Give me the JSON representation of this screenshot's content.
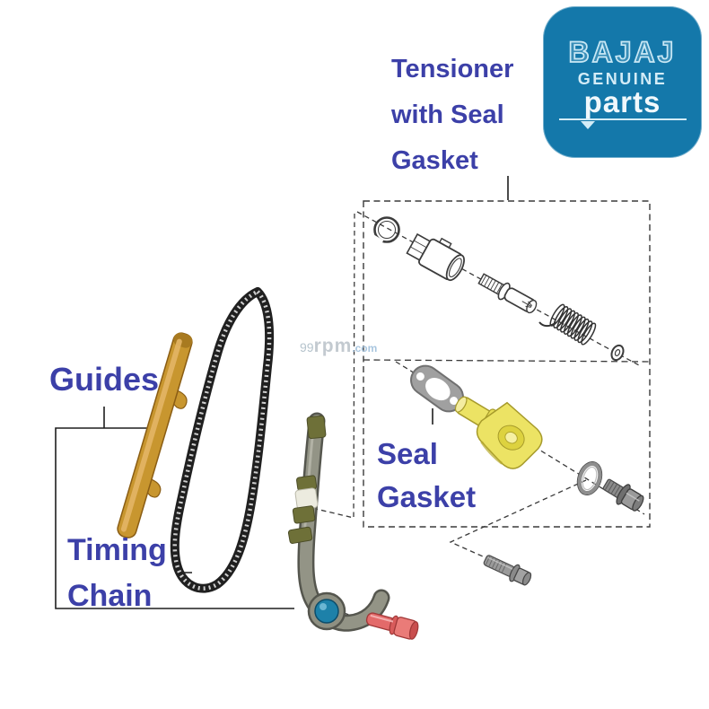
{
  "page": {
    "background": "#ffffff"
  },
  "annotations": {
    "tensioner_label": "Tensioner\nwith Seal\nGasket",
    "guides_label": "Guides",
    "timing_chain_label": "Timing\nChain",
    "seal_gasket_label": "Seal\nGasket"
  },
  "watermark": {
    "prefix": "99",
    "brand": "rpm",
    "suffix": ".com"
  },
  "logo": {
    "brand": "BAJAJ",
    "genuine": "GENUINE",
    "parts": "parts"
  },
  "colors": {
    "annotation_text": "#3c40a8",
    "logo_background": "#1478aa",
    "logo_text": "#d3ecf7",
    "guide_gold": "#c8962f",
    "housing_yellow": "#ece364",
    "pin_red": "#e36a6a",
    "roller_blue": "#1d81a9",
    "pad_olive": "#6e7038",
    "chain_black": "#202020",
    "gasket_gray": "#a0a0a0",
    "watermark_blue": "#a9c6df"
  },
  "diagram": {
    "parts": [
      "snap-ring",
      "tensioner-body",
      "plunger",
      "spring",
      "washer",
      "seal-gasket",
      "tensioner-housing",
      "seal-ring",
      "cap-bolt",
      "flange-bolt",
      "timing-chain",
      "fixed-guide",
      "pivot-guide",
      "chain-roller",
      "pivot-pin"
    ]
  }
}
